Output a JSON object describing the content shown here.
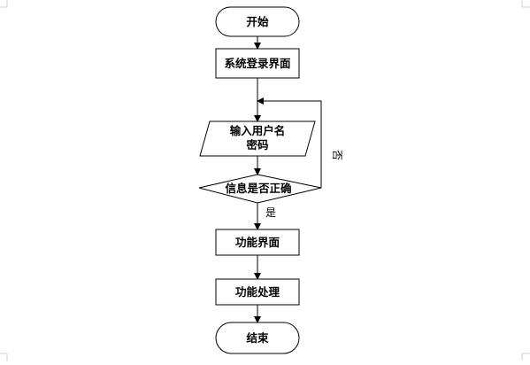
{
  "flowchart": {
    "start": "开始",
    "login_screen": "系统登录界面",
    "input_line1": "输入用户名",
    "input_line2": "密码",
    "decision": "信息是否正确",
    "yes_label": "是",
    "no_label": "否",
    "function_screen": "功能界面",
    "function_process": "功能处理",
    "end": "结束"
  }
}
